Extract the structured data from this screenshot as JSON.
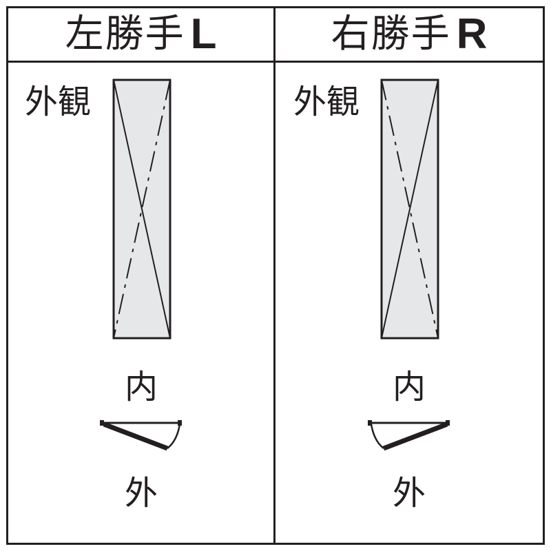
{
  "panels": [
    {
      "title": "左勝手",
      "hand": "L",
      "view_label": "外観",
      "inside_label": "内",
      "outside_label": "外"
    },
    {
      "title": "右勝手",
      "hand": "R",
      "view_label": "外観",
      "inside_label": "内",
      "outside_label": "外"
    }
  ],
  "colors": {
    "line": "#231f20",
    "window_fill": "#e6e7e8",
    "background": "#ffffff"
  }
}
